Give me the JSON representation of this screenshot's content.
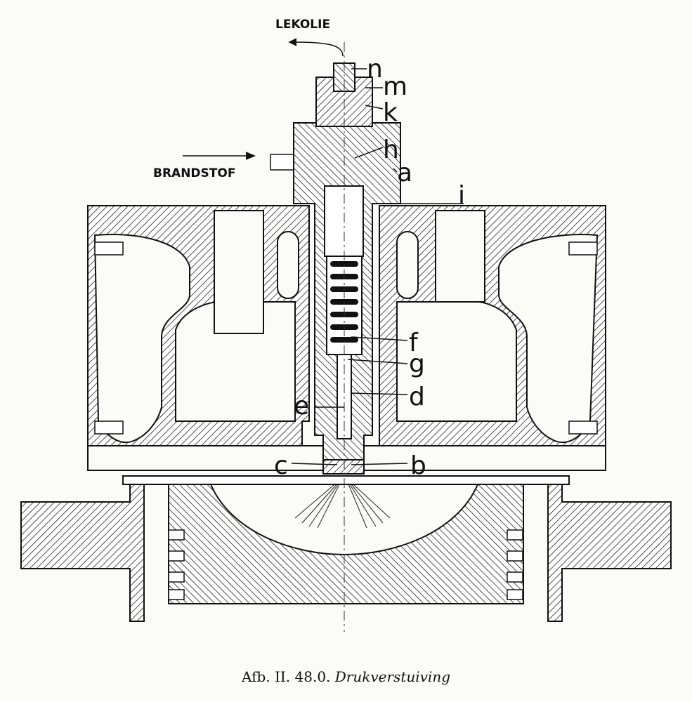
{
  "figure": {
    "labels": {
      "lekolie": "LEKOLIE",
      "brandstof": "BRANDSTOF",
      "n": "n",
      "m": "m",
      "k": "k",
      "h": "h",
      "a": "a",
      "i": "i",
      "f": "f",
      "g": "g",
      "d": "d",
      "e": "e",
      "c": "c",
      "b": "b"
    },
    "caption": {
      "number": "Afb. II. 48.0.",
      "title": "Drukverstuiving"
    }
  }
}
